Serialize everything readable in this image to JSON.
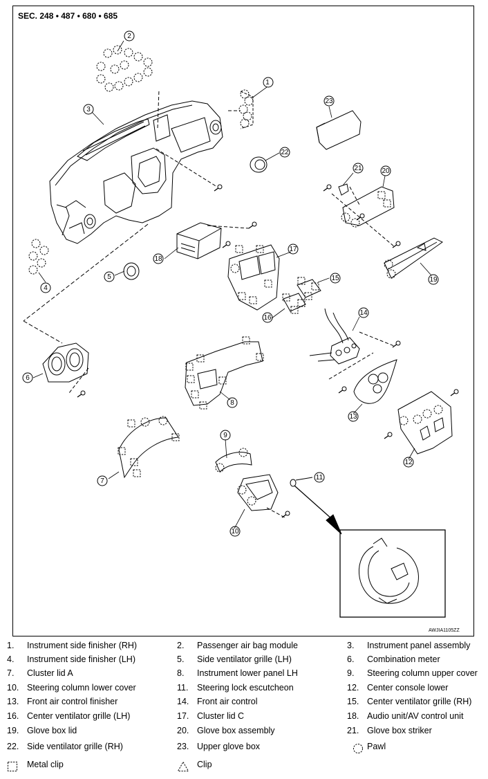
{
  "header": {
    "section_ref": "SEC. 248 • 487 • 680 • 685"
  },
  "figure_code": "AWJIA1105ZZ",
  "callouts": [
    "1",
    "2",
    "3",
    "4",
    "5",
    "6",
    "7",
    "8",
    "9",
    "10",
    "11",
    "12",
    "13",
    "14",
    "15",
    "16",
    "17",
    "18",
    "19",
    "20",
    "21",
    "22",
    "23"
  ],
  "legend": {
    "parts": [
      {
        "num": "1.",
        "label": "Instrument side finisher (RH)"
      },
      {
        "num": "2.",
        "label": "Passenger air bag module"
      },
      {
        "num": "3.",
        "label": "Instrument panel assembly"
      },
      {
        "num": "4.",
        "label": "Instrument side finisher (LH)"
      },
      {
        "num": "5.",
        "label": "Side ventilator grille (LH)"
      },
      {
        "num": "6.",
        "label": "Combination meter"
      },
      {
        "num": "7.",
        "label": "Cluster lid A"
      },
      {
        "num": "8.",
        "label": "Instrument lower panel LH"
      },
      {
        "num": "9.",
        "label": "Steering column upper cover"
      },
      {
        "num": "10.",
        "label": "Steering column lower cover"
      },
      {
        "num": "11.",
        "label": "Steering lock escutcheon"
      },
      {
        "num": "12.",
        "label": "Center console lower"
      },
      {
        "num": "13.",
        "label": "Front air control finisher"
      },
      {
        "num": "14.",
        "label": "Front air control"
      },
      {
        "num": "15.",
        "label": "Center ventilator grille (RH)"
      },
      {
        "num": "16.",
        "label": "Center ventilator grille (LH)"
      },
      {
        "num": "17.",
        "label": "Cluster lid C"
      },
      {
        "num": "18.",
        "label": "Audio unit/AV control unit"
      },
      {
        "num": "19.",
        "label": "Glove box lid"
      },
      {
        "num": "20.",
        "label": "Glove box assembly"
      },
      {
        "num": "21.",
        "label": "Glove box striker"
      },
      {
        "num": "22.",
        "label": "Side ventilator grille (RH)"
      },
      {
        "num": "23.",
        "label": "Upper glove box"
      }
    ],
    "symbols": [
      {
        "label": "Pawl",
        "icon": "pawl-circle-icon"
      },
      {
        "label": "Metal clip",
        "icon": "metal-clip-square-icon"
      },
      {
        "label": "Clip",
        "icon": "clip-triangle-icon"
      }
    ]
  }
}
